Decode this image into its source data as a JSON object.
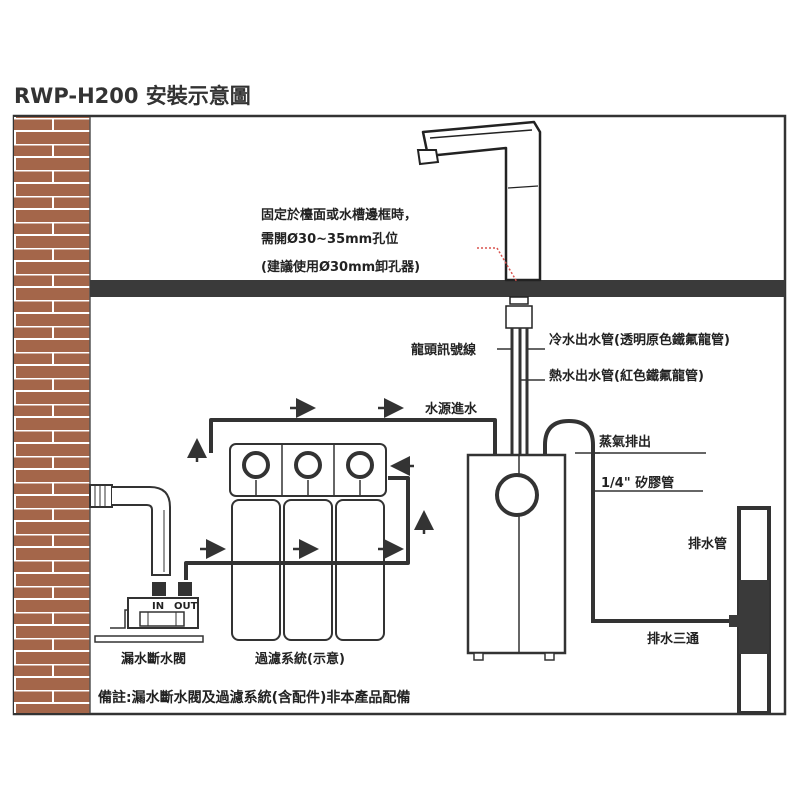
{
  "title": "RWP-H200 安裝示意圖",
  "hole_note": {
    "line1": "固定於檯面或水槽邊框時，",
    "line2": "需開Ø30~35mm孔位",
    "line3": "(建議使用Ø30mm卸孔器)"
  },
  "labels": {
    "faucet_signal_wire": "龍頭訊號線",
    "cold_out_pipe": "冷水出水管(透明原色鐵氟龍管)",
    "hot_out_pipe": "熱水出水管(紅色鐵氟龍管)",
    "water_inlet": "水源進水",
    "steam_exhaust": "蒸氣排出",
    "silicone_tube": "1/4\" 矽膠管",
    "drain_pipe": "排水管",
    "drain_tee": "排水三通",
    "leak_valve": "漏水斷水閥",
    "filter_system": "過濾系統(示意)",
    "valve_in": "IN",
    "valve_out": "OUT"
  },
  "footnote": "備註:漏水斷水閥及過濾系統(含配件)非本產品配備",
  "colors": {
    "brick": "#a4664a",
    "mortar": "#ffffff",
    "pipe_dark": "#333333",
    "leader_red": "#d9534f",
    "frame": "#333333"
  }
}
